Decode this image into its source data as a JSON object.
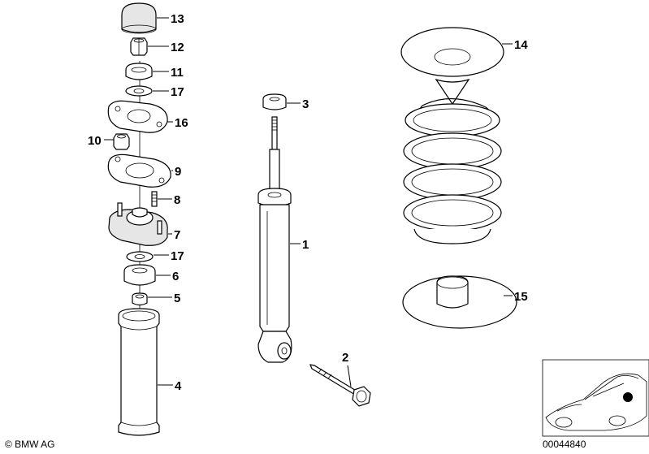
{
  "callouts": {
    "c1": "1",
    "c2": "2",
    "c3": "3",
    "c4": "4",
    "c5": "5",
    "c6": "6",
    "c7": "7",
    "c8": "8",
    "c9": "9",
    "c10": "10",
    "c11": "11",
    "c12": "12",
    "c13": "13",
    "c14": "14",
    "c15": "15",
    "c16": "16",
    "c17a": "17",
    "c17b": "17"
  },
  "footer": {
    "copyright": "© BMW AG",
    "diagram_number": "00044840"
  }
}
